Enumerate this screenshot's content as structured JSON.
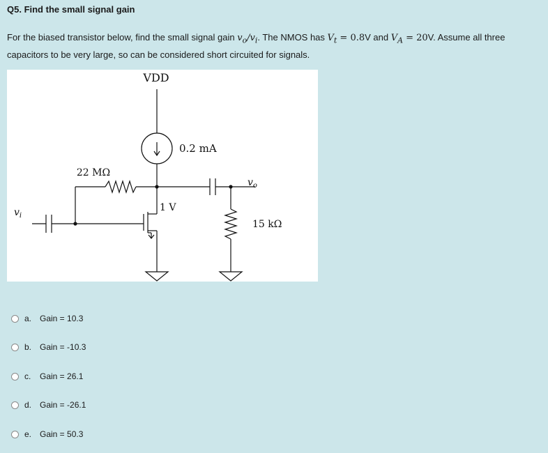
{
  "question": {
    "title": "Q5. Find the small signal gain",
    "text_1": "For the biased transistor below, find the small signal gain ",
    "gain_expr": "v",
    "gain_sub_o": "o",
    "gain_slash": "/",
    "gain_expr2": "v",
    "gain_sub_i": "i",
    "text_2": ". The NMOS has ",
    "vt_sym": "V",
    "vt_sub": "t",
    "vt_val": " = 0.8",
    "text_3": "V and ",
    "va_sym": "V",
    "va_sub": "A",
    "va_val": " = 20",
    "text_4": "V. Assume all three capacitors to be very large, so can be considered short circuited for signals."
  },
  "circuit": {
    "vdd_label": "VDD",
    "current_label": "0.2 mA",
    "rg_label": "22 MΩ",
    "vgs_label": "1 V",
    "vi_label": "v",
    "vi_sub": "i",
    "vo_label": "v",
    "vo_sub": "o",
    "rl_label": "15 kΩ"
  },
  "options": [
    {
      "letter": "a.",
      "label": "Gain = 10.3"
    },
    {
      "letter": "b.",
      "label": "Gain = -10.3"
    },
    {
      "letter": "c.",
      "label": "Gain = 26.1"
    },
    {
      "letter": "d.",
      "label": "Gain = -26.1"
    },
    {
      "letter": "e.",
      "label": "Gain = 50.3"
    }
  ]
}
